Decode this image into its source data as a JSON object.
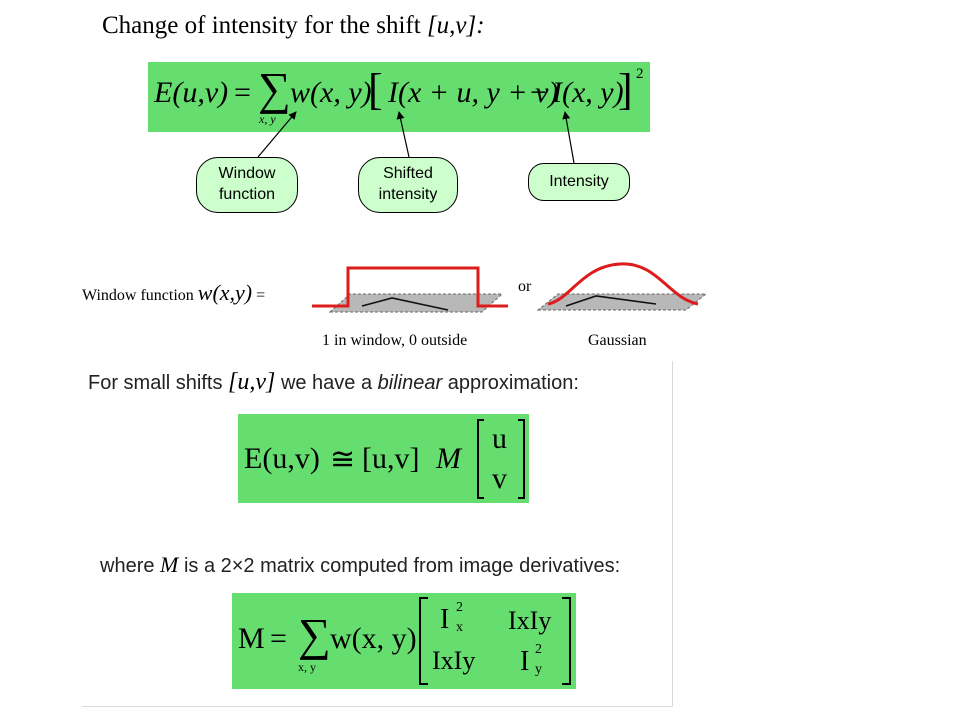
{
  "slide": {
    "title": "Change of intensity for the shift",
    "title_shift": "[u,v]:",
    "equation_energy": {
      "lhs": "E(u,v)",
      "equals": "=",
      "sum": "∑",
      "sum_sub": "x, y",
      "window": "w(x, y)",
      "shifted": "I(x + u, y + v)",
      "minus": "−",
      "intensity": "I(x, y)",
      "power": "2"
    },
    "callouts": {
      "window_function": [
        "Window",
        "function"
      ],
      "shifted_intensity": [
        "Shifted",
        "intensity"
      ],
      "intensity": "Intensity"
    },
    "window_function": {
      "label": "Window function",
      "symbol": "w(x,y)",
      "equals": "=",
      "or": "or",
      "box_caption": "1 in window, 0 outside",
      "gaussian_caption": "Gaussian"
    },
    "bilinear": {
      "text_before": "For small shifts",
      "shift": "[u,v]",
      "text_middle": "we have a",
      "emph": "bilinear",
      "text_after": "approximation:",
      "equation": {
        "lhs": "E(u,v)",
        "approx": "≅",
        "row_vector": "[u,v]",
        "matrix": "M",
        "col_top": "u",
        "col_bottom": "v"
      }
    },
    "matrix_def": {
      "text_before": "where",
      "symbol": "M",
      "text_after": "is a 2×2 matrix computed from image derivatives:",
      "equation": {
        "lhs": "M",
        "equals": "=",
        "sum": "∑",
        "sum_sub": "x, y",
        "window": "w(x, y)",
        "m11": "I",
        "m11_sub": "x",
        "m11_sup": "2",
        "m12": "IxIy",
        "m21": "IxIy",
        "m22": "I",
        "m22_sub": "y",
        "m22_sup": "2"
      }
    },
    "colors": {
      "equation_bg": "#66dd6f",
      "callout_bg": "#ccffcc",
      "window_red": "#dd1c1c",
      "plane_gray": "#b8b8b8"
    }
  }
}
